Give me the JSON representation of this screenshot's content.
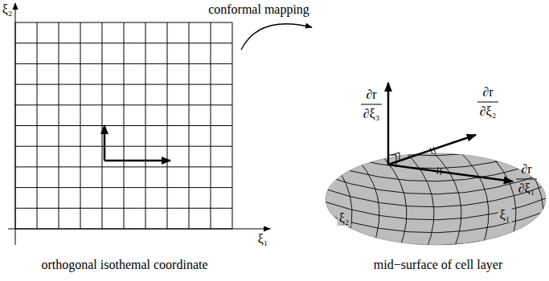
{
  "diagram": {
    "labels": [
      "ξ₂",
      "ξ₁",
      "conformal mapping",
      "∂r",
      "∂ξ₃",
      "∂r",
      "∂ξ₂",
      "∂r",
      "∂ξ₁",
      "ξ₂",
      "ξ₁",
      "orthogonal isothemal coordinate",
      "mid−surface of cell layer"
    ]
  }
}
